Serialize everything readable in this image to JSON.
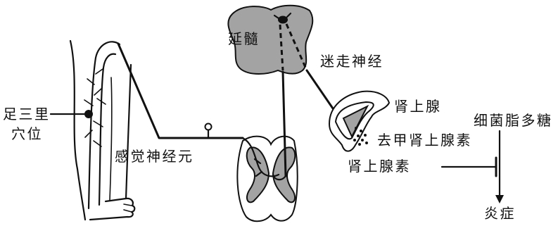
{
  "labels": {
    "acupoint_line1": "足三里",
    "acupoint_line2": "穴位",
    "sensory_neuron": "感觉神经元",
    "medulla": "延髓",
    "vagus_nerve": "迷走神经",
    "adrenal_gland": "肾上腺",
    "norepinephrine": "去甲肾上腺素",
    "epinephrine": "肾上腺素",
    "lps": "细菌脂多糖",
    "inflammation": "炎症"
  },
  "colors": {
    "gray_fill": "#a3a3a3",
    "ink": "#111111",
    "paper": "#ffffff"
  }
}
